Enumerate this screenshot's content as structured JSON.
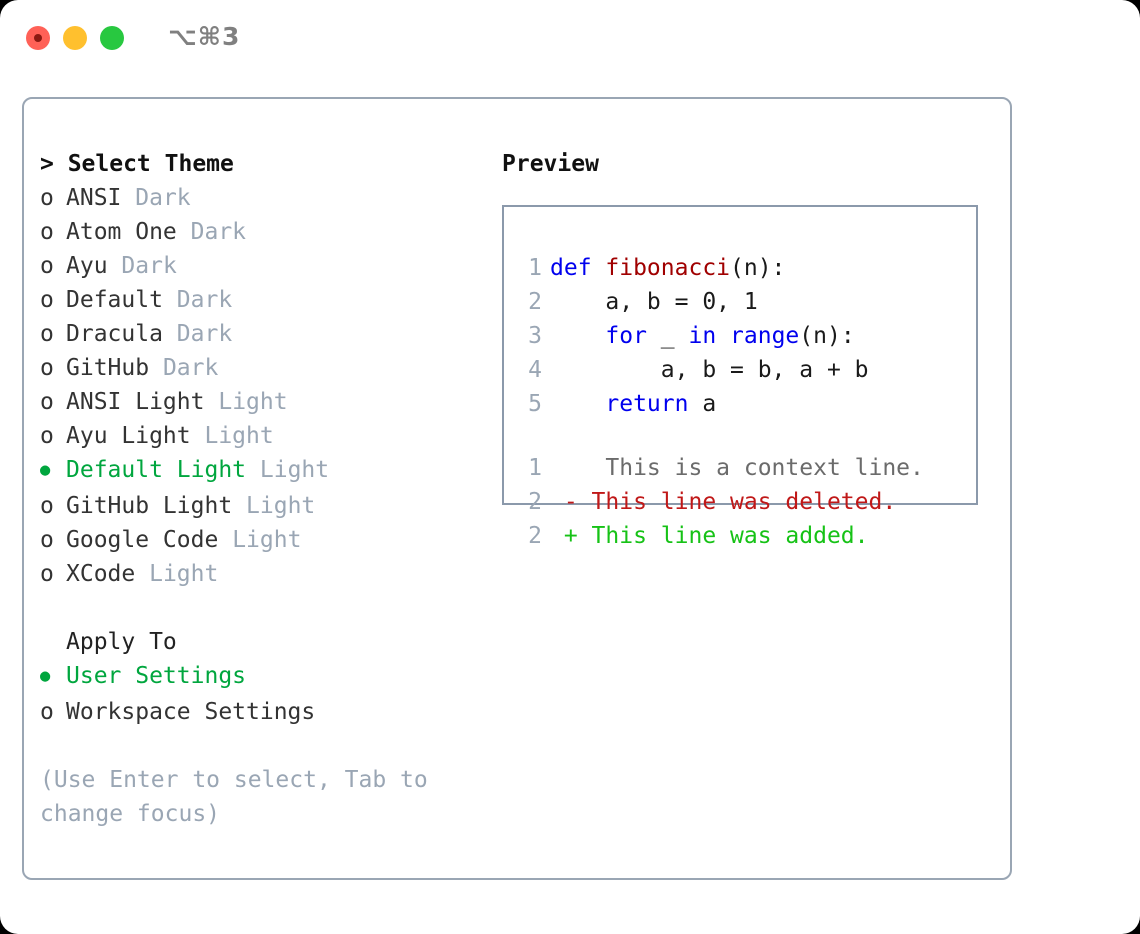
{
  "window": {
    "shortcut_label": "⌥⌘3",
    "traffic_lights": [
      {
        "name": "close",
        "color": "#ff6157"
      },
      {
        "name": "minimize",
        "color": "#ffc02e"
      },
      {
        "name": "maximize",
        "color": "#28c840"
      }
    ]
  },
  "theme_picker": {
    "heading": "> Select Theme",
    "items": [
      {
        "marker": "o",
        "name": "ANSI",
        "category": "Dark",
        "selected": false
      },
      {
        "marker": "o",
        "name": "Atom One",
        "category": "Dark",
        "selected": false
      },
      {
        "marker": "o",
        "name": "Ayu",
        "category": "Dark",
        "selected": false
      },
      {
        "marker": "o",
        "name": "Default",
        "category": "Dark",
        "selected": false
      },
      {
        "marker": "o",
        "name": "Dracula",
        "category": "Dark",
        "selected": false
      },
      {
        "marker": "o",
        "name": "GitHub",
        "category": "Dark",
        "selected": false
      },
      {
        "marker": "o",
        "name": "ANSI Light",
        "category": "Light",
        "selected": false
      },
      {
        "marker": "o",
        "name": "Ayu Light",
        "category": "Light",
        "selected": false
      },
      {
        "marker": "●",
        "name": "Default Light",
        "category": "Light",
        "selected": true
      },
      {
        "marker": "o",
        "name": "GitHub Light",
        "category": "Light",
        "selected": false
      },
      {
        "marker": "o",
        "name": "Google Code",
        "category": "Light",
        "selected": false
      },
      {
        "marker": "o",
        "name": "XCode",
        "category": "Light",
        "selected": false
      }
    ]
  },
  "apply_to": {
    "title": "Apply To",
    "options": [
      {
        "marker": "●",
        "label": "User Settings",
        "selected": true
      },
      {
        "marker": "o",
        "label": "Workspace Settings",
        "selected": false
      }
    ]
  },
  "hint": "(Use Enter to select, Tab to change focus)",
  "preview": {
    "title": "Preview",
    "code_lines": [
      {
        "number": "1",
        "tokens": [
          {
            "text": "def ",
            "kind": "kw"
          },
          {
            "text": "fibonacci",
            "kind": "fn"
          },
          {
            "text": "(n):",
            "kind": "plain"
          }
        ]
      },
      {
        "number": "2",
        "tokens": [
          {
            "text": "    a, b = 0, 1",
            "kind": "plain"
          }
        ]
      },
      {
        "number": "3",
        "tokens": [
          {
            "text": "    ",
            "kind": "plain"
          },
          {
            "text": "for",
            "kind": "kw"
          },
          {
            "text": " _ ",
            "kind": "plain"
          },
          {
            "text": "in",
            "kind": "kw"
          },
          {
            "text": " ",
            "kind": "plain"
          },
          {
            "text": "range",
            "kind": "kw"
          },
          {
            "text": "(n):",
            "kind": "plain"
          }
        ]
      },
      {
        "number": "4",
        "tokens": [
          {
            "text": "        a, b = b, a + b",
            "kind": "plain"
          }
        ]
      },
      {
        "number": "5",
        "tokens": [
          {
            "text": "    ",
            "kind": "plain"
          },
          {
            "text": "return",
            "kind": "kw"
          },
          {
            "text": " a",
            "kind": "plain"
          }
        ]
      }
    ],
    "diff_lines": [
      {
        "number": "1",
        "sign": " ",
        "text": "  This is a context line.",
        "kind": "ctx"
      },
      {
        "number": "2",
        "sign": "-",
        "text": " This line was deleted.",
        "kind": "del"
      },
      {
        "number": "2",
        "sign": "+",
        "text": " This line was added.",
        "kind": "add"
      }
    ]
  },
  "colors": {
    "selected_green": "#00a63e",
    "added_green": "#16c216",
    "deleted_red": "#c01818",
    "keyword_blue": "#0000ee",
    "function_red": "#a00000",
    "muted_gray": "#9aa6b4",
    "border_gray": "#8b99ab"
  }
}
